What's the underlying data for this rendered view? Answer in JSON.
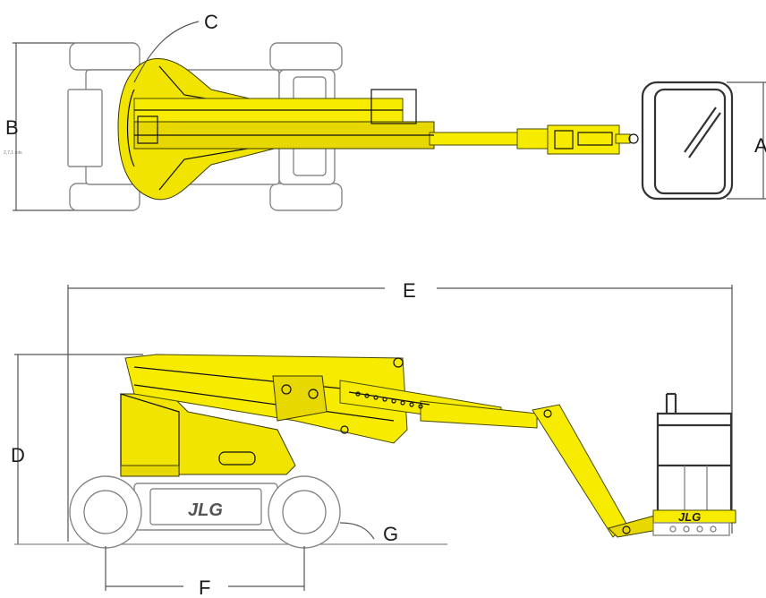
{
  "diagram": {
    "labels": {
      "A": "A",
      "B": "B",
      "C": "C",
      "D": "D",
      "E": "E",
      "F": "F",
      "G": "G"
    },
    "small_text": "2,7,1 mts",
    "logo_text": "JLG",
    "colors": {
      "machine_yellow": "#f7ec00",
      "outline_gray": "#888888",
      "dimension_line": "#555555"
    }
  }
}
